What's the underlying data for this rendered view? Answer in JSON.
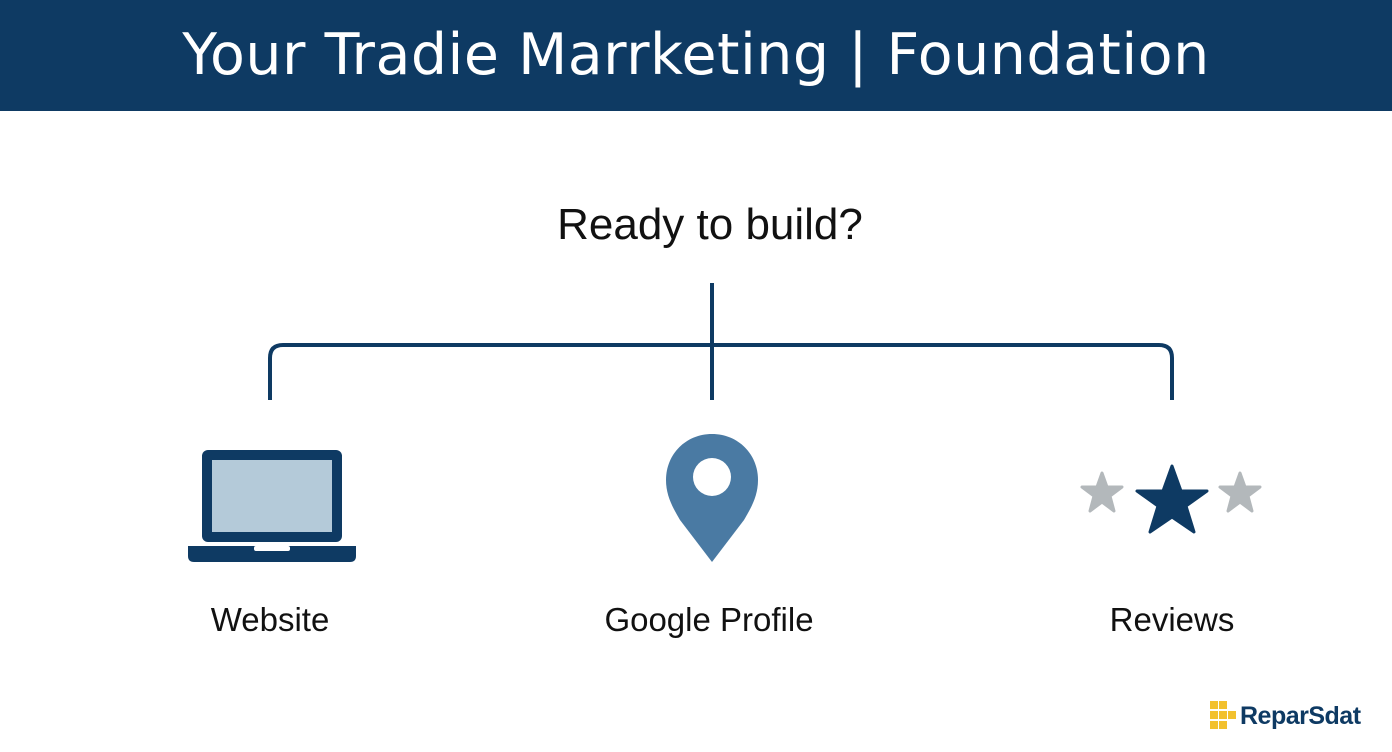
{
  "header": {
    "title": "Your Tradie Marrketing | Foundation"
  },
  "question": "Ready to build?",
  "items": [
    {
      "label": "Website",
      "icon": "laptop-icon"
    },
    {
      "label": "Google Profile",
      "icon": "map-pin-icon"
    },
    {
      "label": "Reviews",
      "icon": "stars-icon"
    }
  ],
  "logo": {
    "text": "ReparSdat"
  },
  "colors": {
    "navy": "#0e3a63",
    "pin_blue": "#4a7aa3",
    "screen_fill": "#b4cad9",
    "star_gray": "#b3b8bb",
    "logo_gold": "#f2c12e"
  }
}
